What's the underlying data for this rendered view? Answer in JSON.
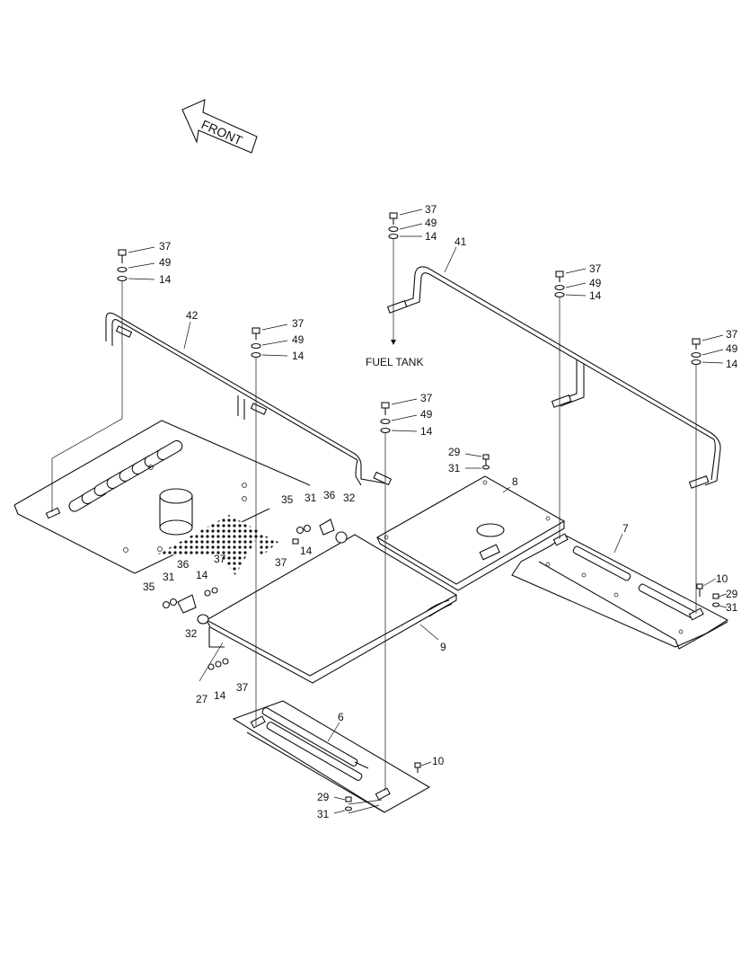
{
  "direction_marker": {
    "label": "FRONT"
  },
  "annotation": {
    "fuel_tank": "FUEL TANK"
  },
  "part_numbers": {
    "p37": "37",
    "p49": "49",
    "p14": "14",
    "p41": "41",
    "p42": "42",
    "p29": "29",
    "p31": "31",
    "p8": "8",
    "p7": "7",
    "p10": "10",
    "p9": "9",
    "p6": "6",
    "p35": "35",
    "p36": "36",
    "p32": "32",
    "p27": "27"
  }
}
